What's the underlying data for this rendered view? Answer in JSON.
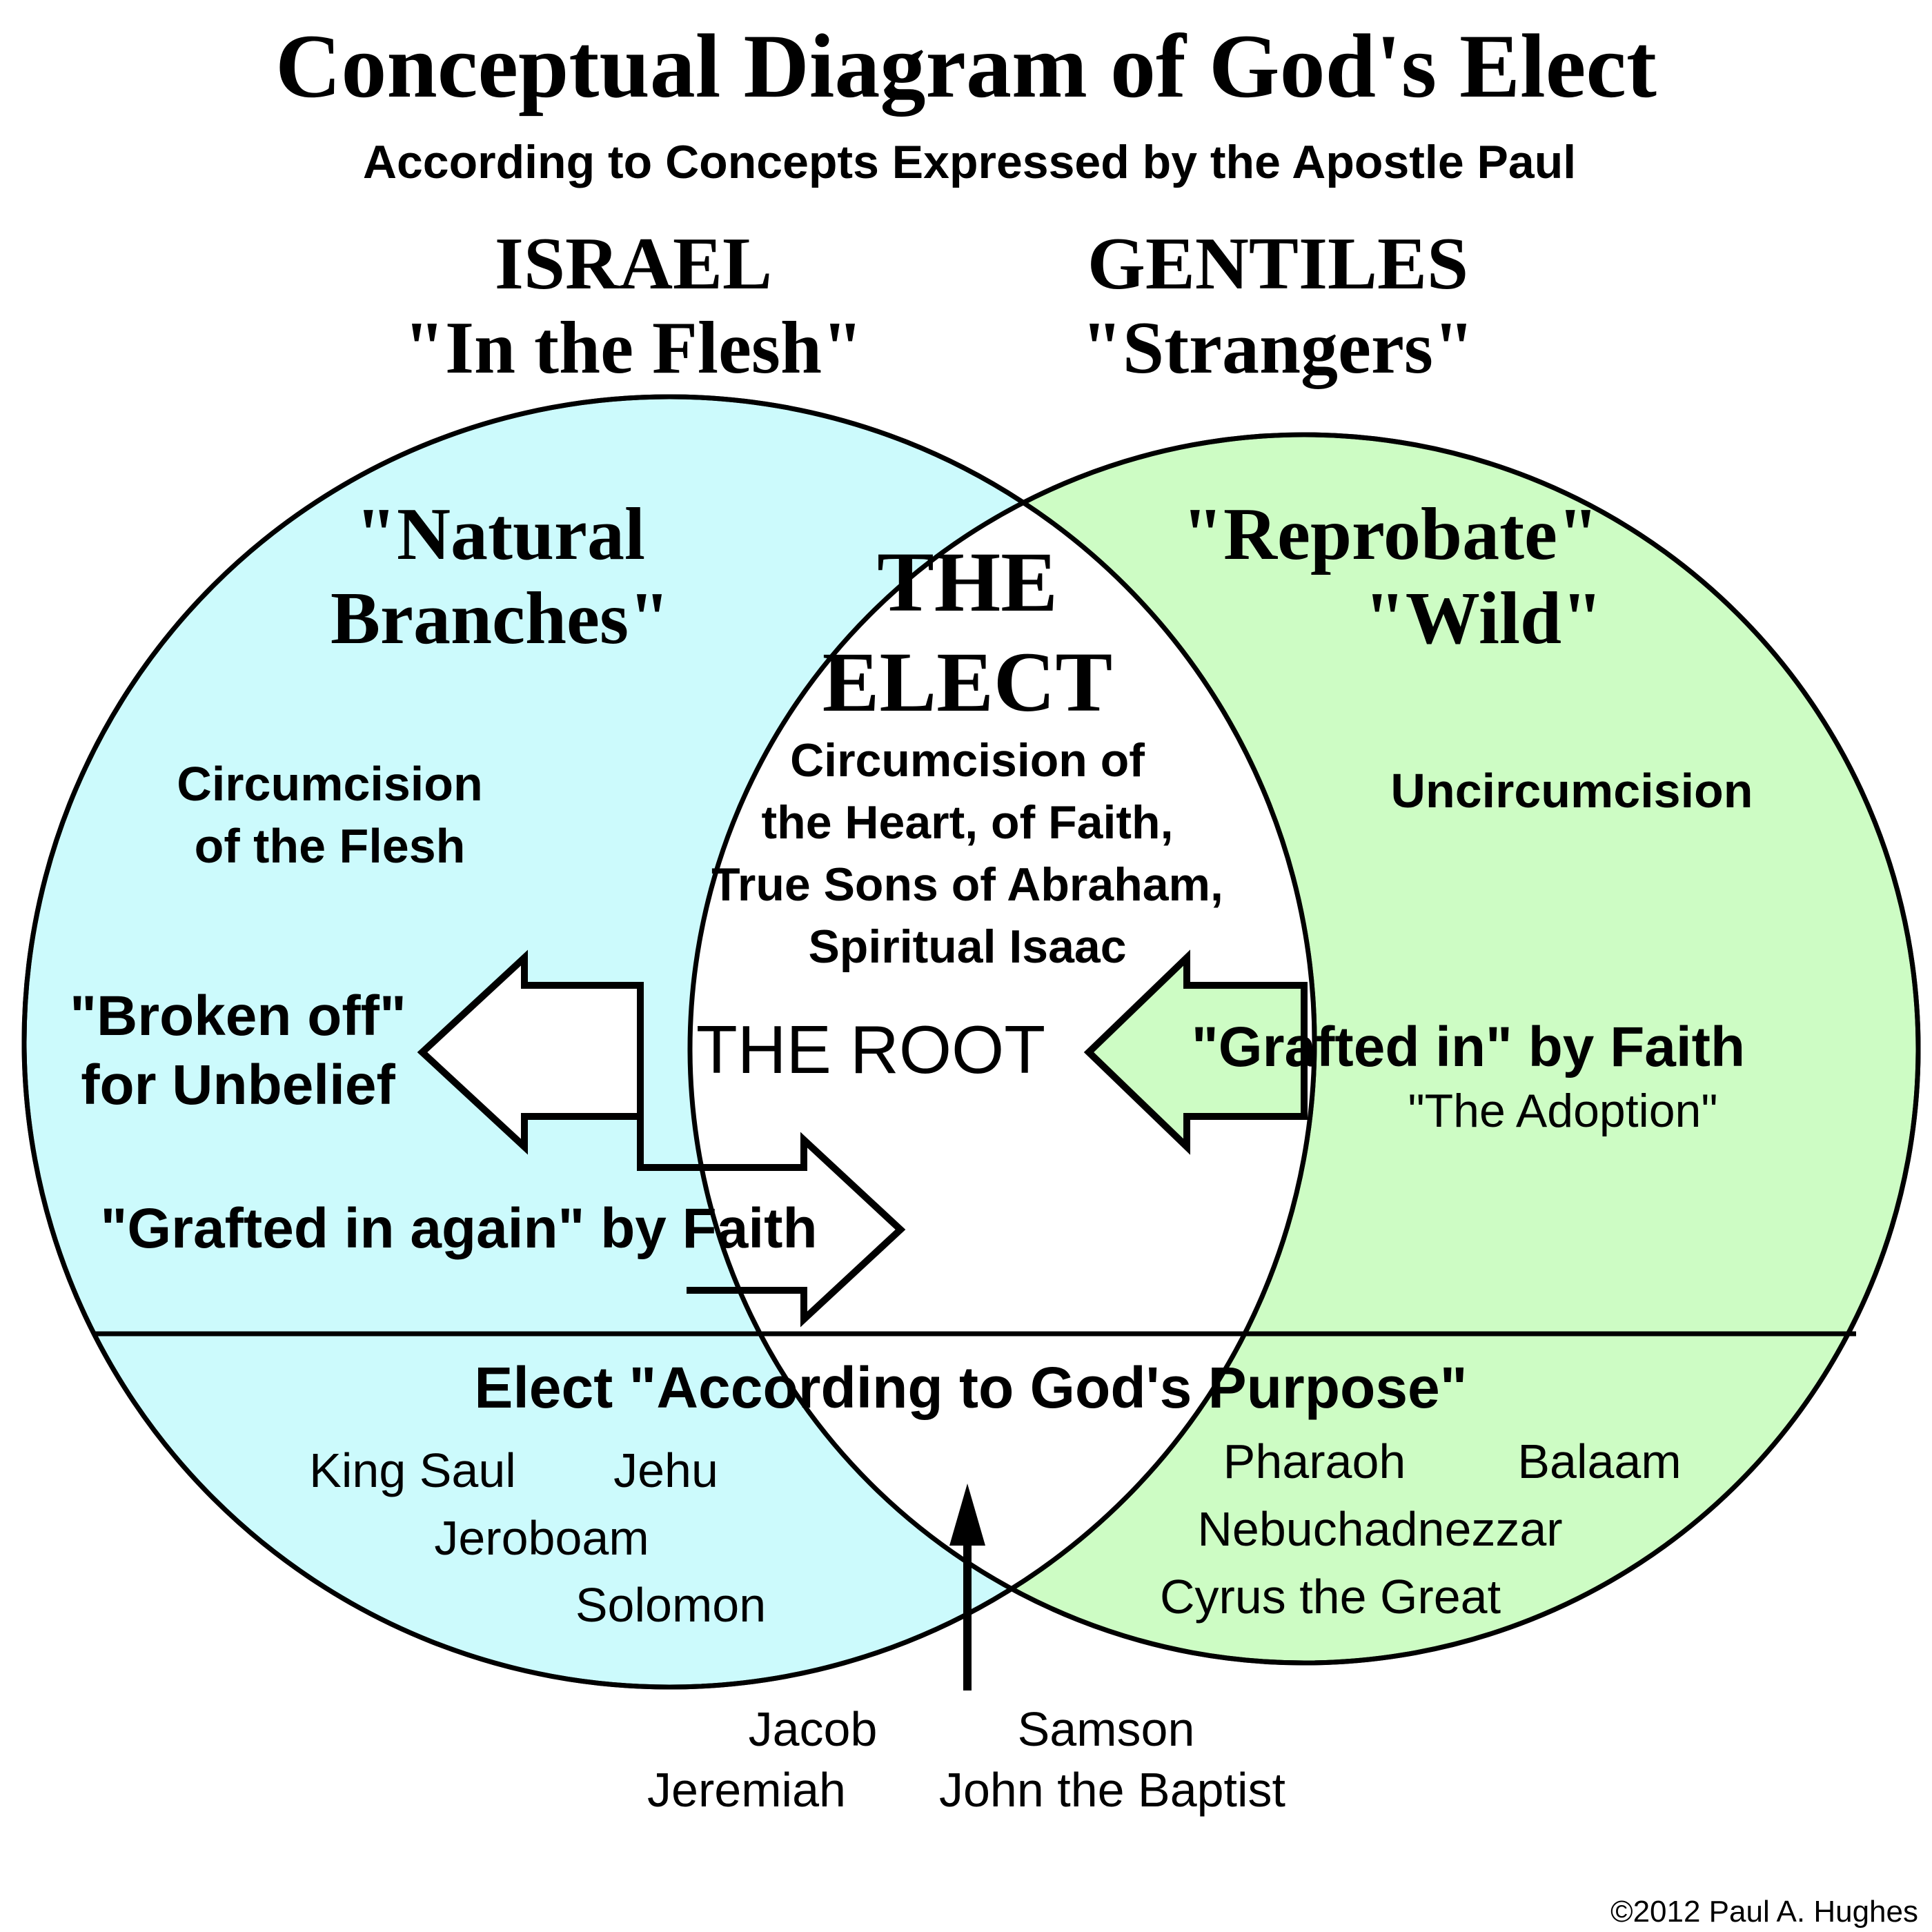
{
  "title": "Conceptual Diagram of God's Elect",
  "subtitle": "According to Concepts Expressed by the Apostle Paul",
  "colors": {
    "israel": "#ccfafc",
    "gentiles": "#cdfcc4",
    "elect": "#ffffff",
    "outline": "#000000"
  },
  "israel": {
    "heading": "ISRAEL",
    "subheading": "\"In the Flesh\"",
    "branches_line1": "\"Natural",
    "branches_line2": "Branches\"",
    "circumcision_line1": "Circumcision",
    "circumcision_line2": "of the Flesh",
    "broken_line1": "\"Broken off\"",
    "broken_line2": "for Unbelief",
    "grafted_again": "\"Grafted in again\" by Faith",
    "names": [
      "King Saul",
      "Jehu",
      "Jeroboam",
      "Solomon"
    ]
  },
  "gentiles": {
    "heading": "GENTILES",
    "subheading": "\"Strangers\"",
    "reprobate": "\"Reprobate\"",
    "wild": "\"Wild\"",
    "uncircumcision": "Uncircumcision",
    "grafted_in": "\"Grafted in\" by Faith",
    "adoption": "\"The Adoption\"",
    "names": [
      "Pharaoh",
      "Balaam",
      "Nebuchadnezzar",
      "Cyrus the Great"
    ]
  },
  "elect": {
    "heading_line1": "THE",
    "heading_line2": "ELECT",
    "desc": [
      "Circumcision of",
      "the Heart, of Faith,",
      "True Sons of Abraham,",
      "Spiritual Isaac"
    ],
    "root": "THE ROOT"
  },
  "purpose": {
    "label": "Elect \"According to God's Purpose\"",
    "bottom_names": [
      "Jacob",
      "Jeremiah",
      "Samson",
      "John the Baptist"
    ]
  },
  "copyright": "©2012 Paul A. Hughes"
}
